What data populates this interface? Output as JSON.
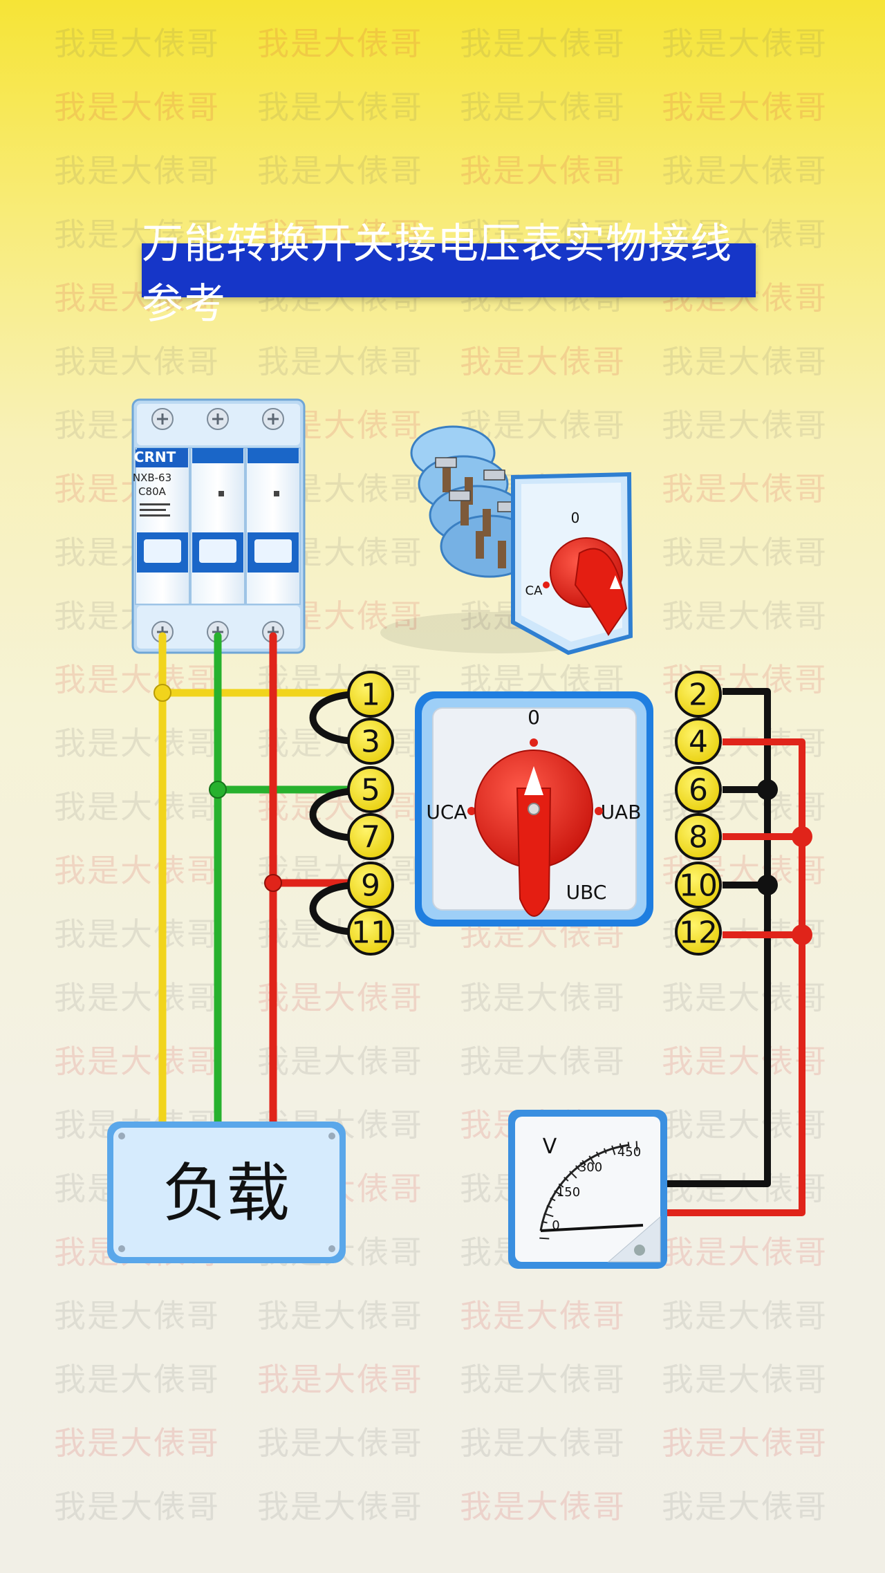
{
  "title": "万能转换开关接电压表实物接线参考",
  "watermark": "我是大俵哥",
  "breaker": {
    "brand": "CRNT",
    "model": "NXB-63",
    "rating": "C80A"
  },
  "switch_panel": {
    "pos_top": "0",
    "pos_left": "UCA",
    "pos_right": "UAB",
    "pos_bottom": "UBC"
  },
  "switch_3d_labels": {
    "zero": "0",
    "ca": "CA"
  },
  "terminals_left": [
    "1",
    "3",
    "5",
    "7",
    "9",
    "11"
  ],
  "terminals_right": [
    "2",
    "4",
    "6",
    "8",
    "10",
    "12"
  ],
  "load_label": "负载",
  "voltmeter": {
    "unit": "V",
    "scale": [
      "0",
      "150",
      "300",
      "450"
    ]
  },
  "colors": {
    "phase_a": "#f1d41c",
    "phase_b": "#27b12e",
    "phase_c": "#e0241a",
    "neutral_jumper": "#111111",
    "title_bg": "#1636c8",
    "terminal": "#f7e21a"
  }
}
